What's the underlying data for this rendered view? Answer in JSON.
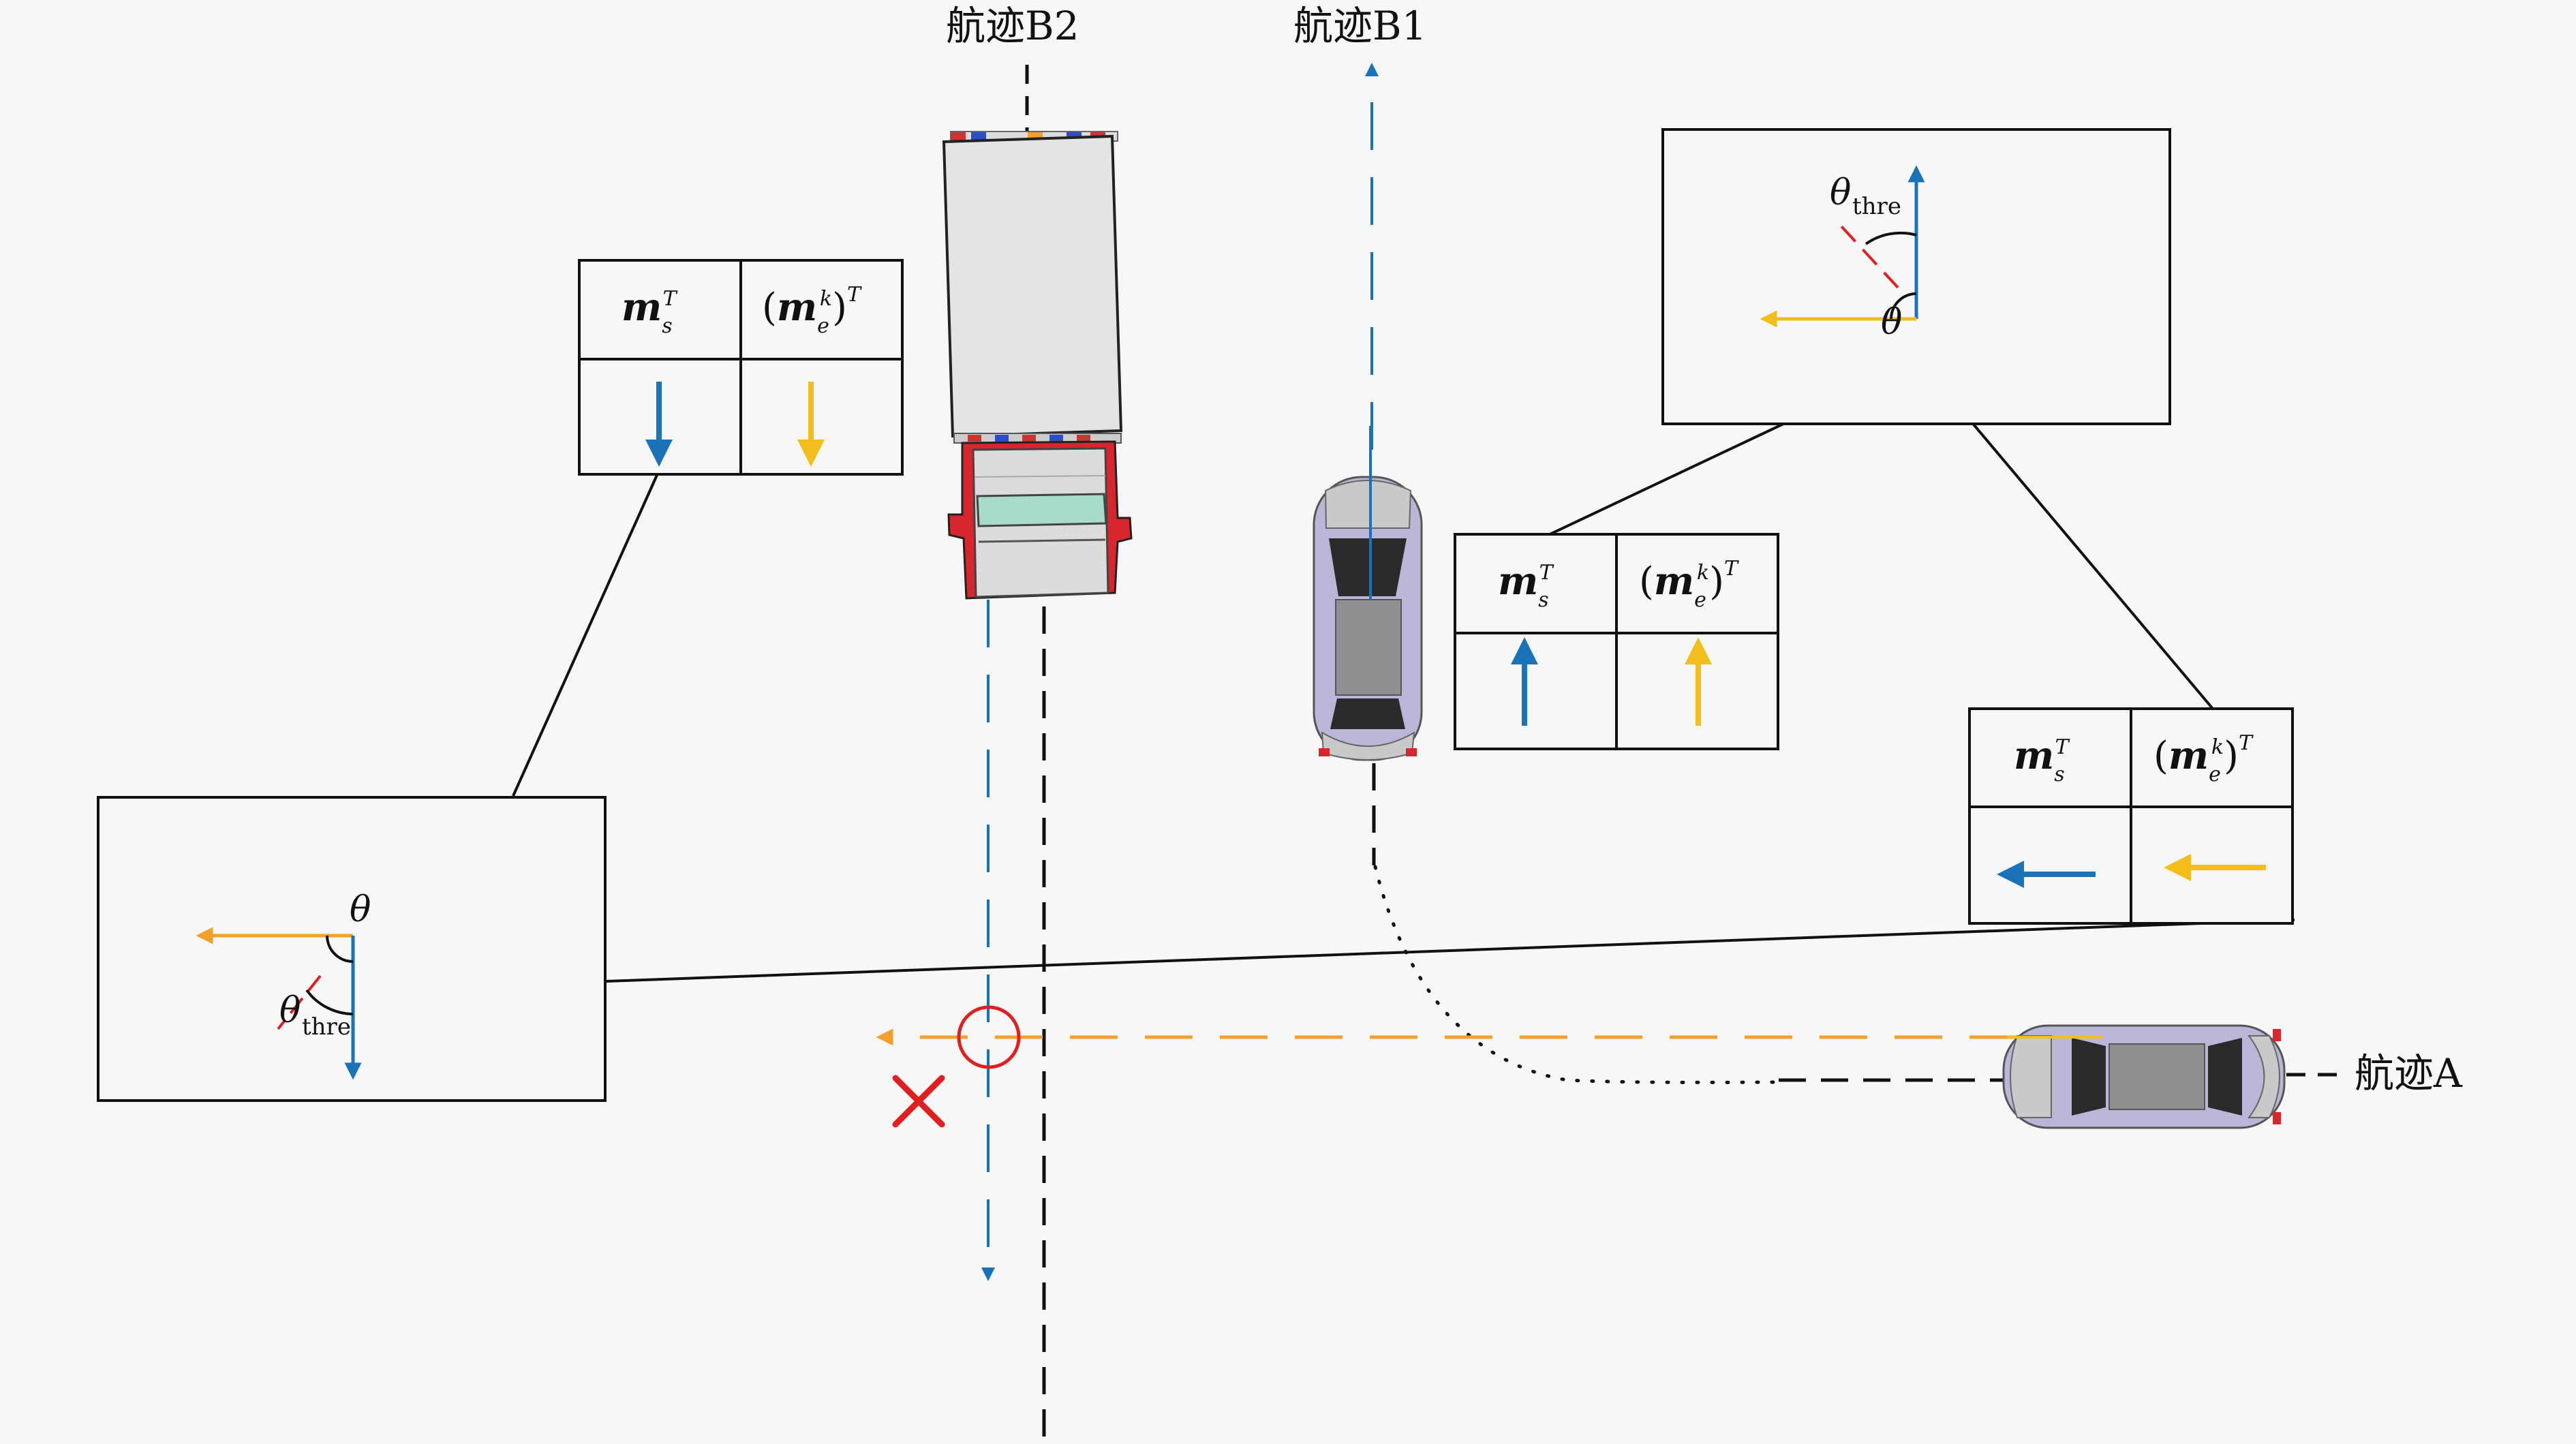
{
  "tracks": {
    "b2": "航迹B2",
    "b1": "航迹B1",
    "a": "航迹A"
  },
  "table": {
    "col1_main": "m",
    "col1_sub": "s",
    "col1_sup": "T",
    "col2_open": "(",
    "col2_main": "m",
    "col2_sub": "e",
    "col2_supk": "k",
    "col2_close": ")",
    "col2_sup": "T"
  },
  "angles": {
    "theta": "θ",
    "thre": "thre"
  },
  "colors": {
    "blue": "#1a72b8",
    "orange": "#f2a02a",
    "gold": "#f3be1c",
    "red": "#e02020",
    "truck_red": "#d8262e",
    "car_body": "#b9b6d8"
  }
}
